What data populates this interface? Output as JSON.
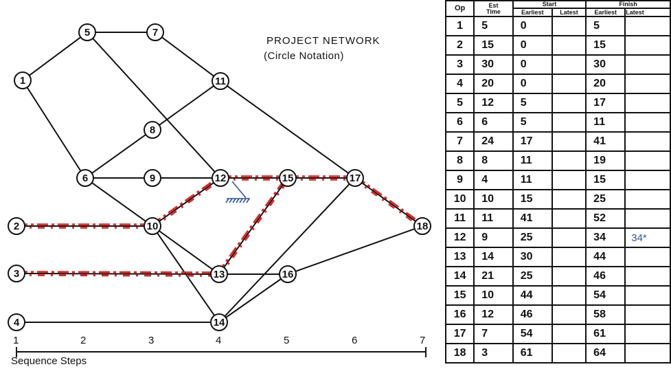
{
  "title": {
    "line1": "PROJECT NETWORK",
    "line2": "(Circle  Notation)"
  },
  "axis": {
    "label": "Sequence Steps",
    "ticks": [
      "1",
      "2",
      "3",
      "4",
      "5",
      "6",
      "7"
    ]
  },
  "nodes": [
    "1",
    "2",
    "3",
    "4",
    "5",
    "6",
    "7",
    "8",
    "9",
    "10",
    "11",
    "12",
    "13",
    "14",
    "15",
    "16",
    "17",
    "18"
  ],
  "critical_path": [
    "2",
    "10",
    "12",
    "15",
    "17",
    "18"
  ],
  "annotation_symbol": "ground-symbol",
  "colors": {
    "critical": "#e02020",
    "ink": "#111111",
    "annotation": "#2f5597"
  },
  "table": {
    "headers": {
      "op": "Op",
      "est_line1": "Est",
      "est_line2": "Time",
      "start": "Start",
      "finish": "Finish",
      "earliest": "Earliest",
      "latest": "Latest"
    },
    "rows": [
      {
        "op": "1",
        "est": "5",
        "start_earliest": "0",
        "start_latest": "",
        "finish_earliest": "5",
        "finish_latest": ""
      },
      {
        "op": "2",
        "est": "15",
        "start_earliest": "0",
        "start_latest": "",
        "finish_earliest": "15",
        "finish_latest": ""
      },
      {
        "op": "3",
        "est": "30",
        "start_earliest": "0",
        "start_latest": "",
        "finish_earliest": "30",
        "finish_latest": ""
      },
      {
        "op": "4",
        "est": "20",
        "start_earliest": "0",
        "start_latest": "",
        "finish_earliest": "20",
        "finish_latest": ""
      },
      {
        "op": "5",
        "est": "12",
        "start_earliest": "5",
        "start_latest": "",
        "finish_earliest": "17",
        "finish_latest": ""
      },
      {
        "op": "6",
        "est": "6",
        "start_earliest": "5",
        "start_latest": "",
        "finish_earliest": "11",
        "finish_latest": ""
      },
      {
        "op": "7",
        "est": "24",
        "start_earliest": "17",
        "start_latest": "",
        "finish_earliest": "41",
        "finish_latest": ""
      },
      {
        "op": "8",
        "est": "8",
        "start_earliest": "11",
        "start_latest": "",
        "finish_earliest": "19",
        "finish_latest": ""
      },
      {
        "op": "9",
        "est": "4",
        "start_earliest": "11",
        "start_latest": "",
        "finish_earliest": "15",
        "finish_latest": ""
      },
      {
        "op": "10",
        "est": "10",
        "start_earliest": "15",
        "start_latest": "",
        "finish_earliest": "25",
        "finish_latest": ""
      },
      {
        "op": "11",
        "est": "11",
        "start_earliest": "41",
        "start_latest": "",
        "finish_earliest": "52",
        "finish_latest": ""
      },
      {
        "op": "12",
        "est": "9",
        "start_earliest": "25",
        "start_latest": "",
        "finish_earliest": "34",
        "finish_latest": "34*"
      },
      {
        "op": "13",
        "est": "14",
        "start_earliest": "30",
        "start_latest": "",
        "finish_earliest": "44",
        "finish_latest": ""
      },
      {
        "op": "14",
        "est": "21",
        "start_earliest": "25",
        "start_latest": "",
        "finish_earliest": "46",
        "finish_latest": ""
      },
      {
        "op": "15",
        "est": "10",
        "start_earliest": "44",
        "start_latest": "",
        "finish_earliest": "54",
        "finish_latest": ""
      },
      {
        "op": "16",
        "est": "12",
        "start_earliest": "46",
        "start_latest": "",
        "finish_earliest": "58",
        "finish_latest": ""
      },
      {
        "op": "17",
        "est": "7",
        "start_earliest": "54",
        "start_latest": "",
        "finish_earliest": "61",
        "finish_latest": ""
      },
      {
        "op": "18",
        "est": "3",
        "start_earliest": "61",
        "start_latest": "",
        "finish_earliest": "64",
        "finish_latest": ""
      }
    ]
  }
}
